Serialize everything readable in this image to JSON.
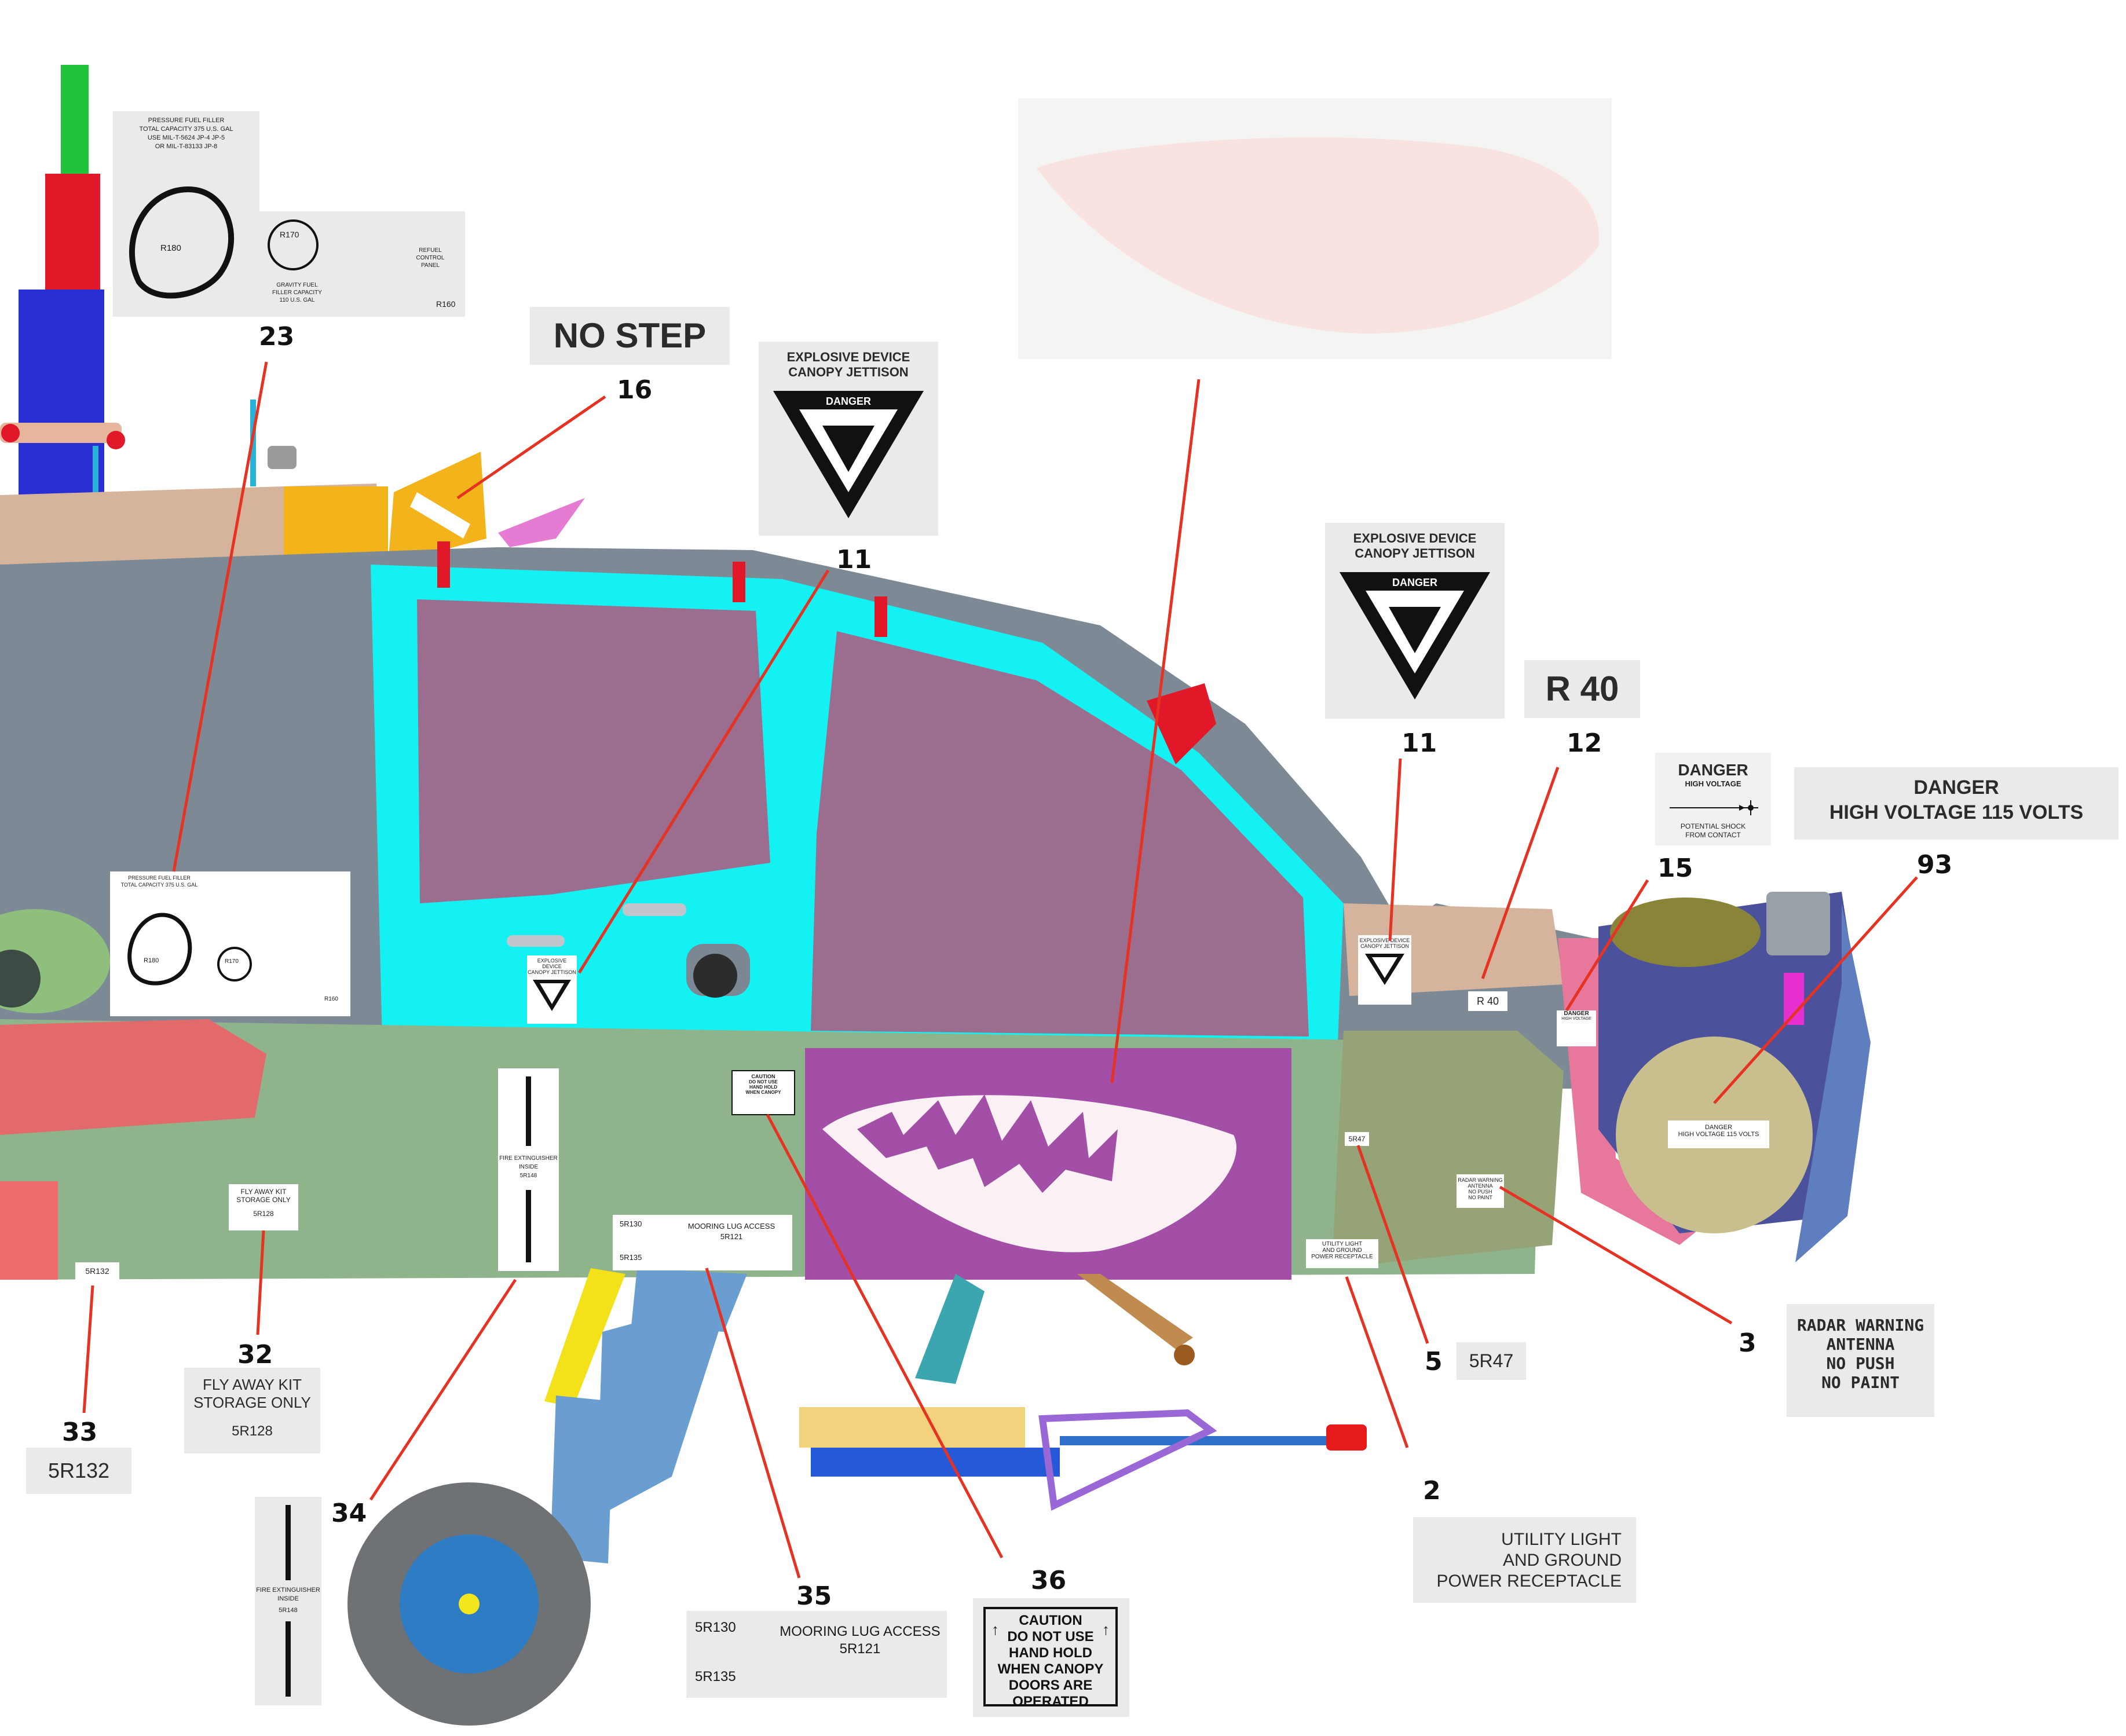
{
  "colors": {
    "background": "#ffffff",
    "leader_line": "#e63222",
    "fuselage_grey": "#7d8a96",
    "canopy_cyan": "#13f1f2",
    "canopy_glass": "#9b6e8f",
    "lower_panel_green": "#8fb38a",
    "nose_art_panel": "#a34fa8",
    "card_background": "#e9eaea"
  },
  "callouts": {
    "c23": "23",
    "c16": "16",
    "c11a": "11",
    "c11b": "11",
    "c12": "12",
    "c15": "15",
    "c93": "93",
    "c3": "3",
    "c5": "5",
    "c2": "2",
    "c36": "36",
    "c35": "35",
    "c34": "34",
    "c32": "32",
    "c33": "33"
  },
  "decals": {
    "fuel_filler": {
      "line1": "PRESSURE FUEL FILLER",
      "line2": "TOTAL CAPACITY 375 U.S. GAL",
      "line3": "USE MIL-T-5624 JP-4 JP-5",
      "line4": "OR MIL-T-83133 JP-8",
      "r180": "R180",
      "r170": "R170",
      "refuel1": "REFUEL",
      "refuel2": "CONTROL",
      "refuel3": "PANEL",
      "gravity1": "GRAVITY FUEL",
      "gravity2": "FILLER CAPACITY",
      "gravity3": "110 U.S. GAL",
      "r160": "R160"
    },
    "no_step": "NO STEP",
    "explosive": {
      "line1": "EXPLOSIVE DEVICE",
      "line2": "CANOPY JETTISON",
      "danger": "DANGER"
    },
    "r40": "R 40",
    "danger_hv_small": {
      "line1": "DANGER",
      "line2": "HIGH VOLTAGE",
      "line3": "POTENTIAL SHOCK",
      "line4": "FROM CONTACT"
    },
    "danger_115": {
      "line1": "DANGER",
      "line2": "HIGH  VOLTAGE  115  VOLTS"
    },
    "radar": {
      "line1": "RADAR WARNING",
      "line2": "ANTENNA",
      "line3": "NO PUSH",
      "line4": "NO PAINT"
    },
    "fr47": "5R47",
    "utility": {
      "line1": "UTILITY LIGHT",
      "line2": "AND GROUND",
      "line3": "POWER RECEPTACLE"
    },
    "caution": {
      "line1": "CAUTION",
      "line2": "DO NOT USE",
      "line3": "HAND HOLD",
      "line4": "WHEN CANOPY",
      "line5": "DOORS ARE",
      "line6": "OPERATED"
    },
    "mooring": {
      "title1": "MOORING LUG ACCESS",
      "title2": "5R121",
      "r130": "5R130",
      "r135": "5R135"
    },
    "extinguisher": {
      "line1": "FIRE EXTINGUISHER",
      "line2": "INSIDE",
      "line3": "5R148"
    },
    "fly_away": {
      "line1": "FLY AWAY KIT",
      "line2": "STORAGE ONLY",
      "line3": "5R128"
    },
    "r132": "5R132"
  }
}
